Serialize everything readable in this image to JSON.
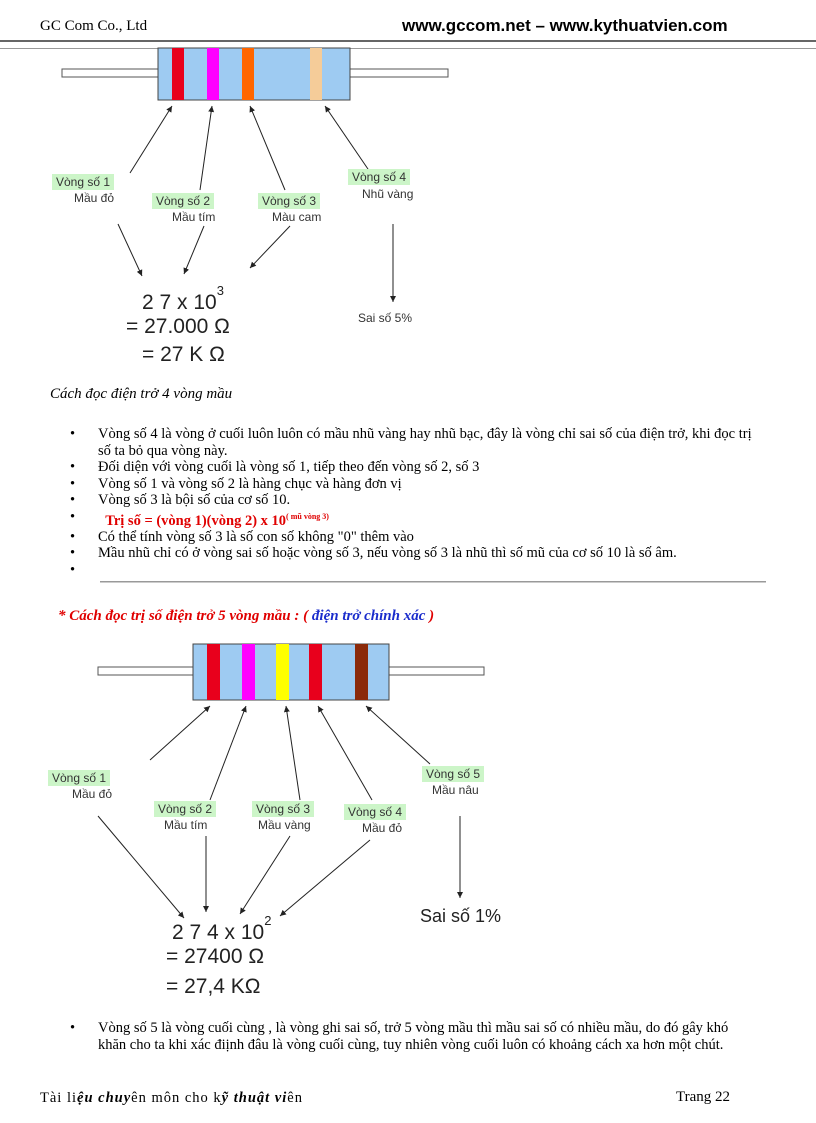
{
  "header": {
    "company": "GC Com Co., Ltd",
    "website": "www.gccom.net – www.kythuatvien.com"
  },
  "diagram1": {
    "band_colors": [
      "#e8001c",
      "#ff00ff",
      "#ff6600",
      "#f5cc99"
    ],
    "labels": [
      {
        "name": "Vòng số 1",
        "color_name": "Mầu đỏ"
      },
      {
        "name": "Vòng số 2",
        "color_name": "Mầu tím"
      },
      {
        "name": "Vòng số 3",
        "color_name": "Màu cam"
      },
      {
        "name": "Vòng số 4",
        "color_name": "Nhũ vàng"
      }
    ],
    "formula": {
      "line1": "2  7 x 10",
      "exp": "3",
      "line2": "= 27.000 Ω",
      "line3": "= 27 K Ω"
    },
    "tolerance": "Sai số 5%"
  },
  "caption": "Cách đọc điện trở 4 vòng mầu",
  "bullets": [
    "Vòng số 4 là vòng ở cuối luôn luôn có mầu nhũ vàng hay nhũ bạc, đây là vòng  chỉ sai số của điện trở, khi đọc trị số ta bỏ qua vòng này.",
    "Đối diện với vòng cuối là vòng số 1, tiếp theo đến vòng số 2, số 3",
    "Vòng số 1 và vòng số 2 là hàng chục và hàng đơn vị",
    "Vòng số 3 là bội số của cơ số 10."
  ],
  "formula_bullet": {
    "text": "Trị số = (vòng 1)(vòng 2) x 10",
    "exp": "( mũ vòng 3)"
  },
  "bullets2": [
    "Có thể tính vòng số 3 là số con số không \"0\" thêm vào",
    "Mầu nhũ chỉ có ở vòng sai số hoặc vòng số 3, nếu vòng số 3 là nhũ thì số mũ của cơ số 10 là số âm."
  ],
  "section_title": {
    "prefix": "* Cách đọc trị số điện trở 5 vòng mầu : (",
    "highlight": " điện trở chính xác",
    "suffix": " )"
  },
  "diagram2": {
    "band_colors": [
      "#e8001c",
      "#ff00ff",
      "#ffff00",
      "#e8001c",
      "#8b2a0a"
    ],
    "labels": [
      {
        "name": "Vòng số 1",
        "color_name": "Mầu đỏ"
      },
      {
        "name": "Vòng số 2",
        "color_name": "Mầu tím"
      },
      {
        "name": "Vòng số 3",
        "color_name": "Mầu vàng"
      },
      {
        "name": "Vòng số 4",
        "color_name": "Mầu đỏ"
      },
      {
        "name": "Vòng số 5",
        "color_name": "Mầu nâu"
      }
    ],
    "formula": {
      "line1": "2 7 4 x 10",
      "exp": "2",
      "line2": "=  27400 Ω",
      "line3": "= 27,4  KΩ"
    },
    "tolerance": "Sai số 1%"
  },
  "last_bullet": "Vòng số 5 là vòng cuối cùng , là vòng ghi sai số, trở 5 vòng mầu thì mầu sai số có nhiều mầu, do đó gây khó khăn cho ta khi xác điịnh đâu là vòng cuối cùng, tuy nhiên vòng cuối luôn có khoảng cách xa hơn một chút.",
  "footer": {
    "p1": "Tài li",
    "p2": "ệu chuy",
    "p3": "ên môn cho k",
    "p4": "ỹ thuật vi",
    "p5": "ên",
    "page": "Trang 22"
  }
}
